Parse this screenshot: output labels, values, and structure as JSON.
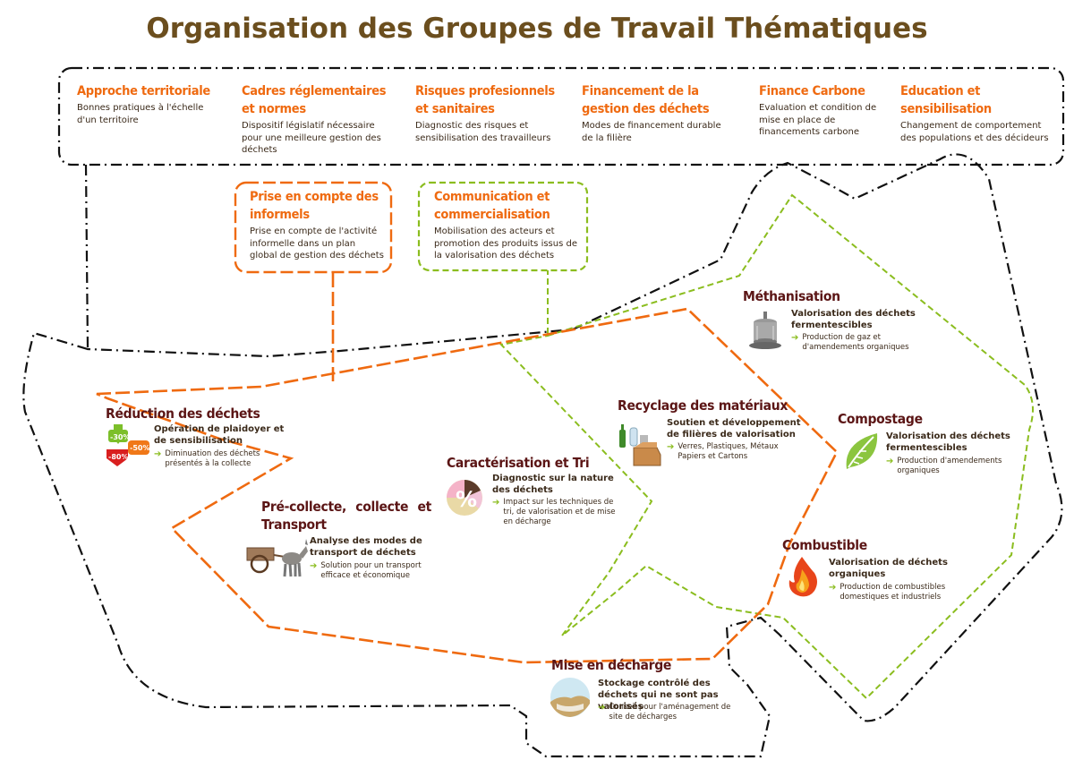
{
  "title": "Organisation des Groupes de Travail Thématiques",
  "top_groups": [
    {
      "title": "Approche territoriale",
      "desc": "Bonnes pratiques à l'échelle d'un territoire"
    },
    {
      "title": "Cadres réglementaires et normes",
      "desc": "Dispositif législatif nécessaire pour une meilleure gestion des déchets"
    },
    {
      "title": "Risques profesionnels et sanitaires",
      "desc": "Diagnostic des risques et sensibilisation des travailleurs"
    },
    {
      "title": "Financement de la gestion des déchets",
      "desc": "Modes de financement durable de la filière"
    },
    {
      "title": "Finance Carbone",
      "desc": "Evaluation et condition de mise en place de financements carbone"
    },
    {
      "title": "Education et sensibilisation",
      "desc": "Changement de comportement des populations et des décideurs"
    }
  ],
  "mid_groups": [
    {
      "title": "Prise en compte des informels",
      "desc": "Prise en compte de l'activité informelle dans un plan global de gestion des déchets"
    },
    {
      "title": "Communication et commercialisation",
      "desc": "Mobilisation des acteurs et promotion des produits issus de la valorisation des déchets"
    }
  ],
  "stages": {
    "reduction": {
      "title": "Réduction des déchets",
      "desc": "Opération de plaidoyer et de sensibilisation",
      "sub": "Diminuation des déchets présentés à la collecte",
      "badges": [
        "-30%",
        "-50%",
        "-80%"
      ]
    },
    "precollecte": {
      "title": "Pré-collecte, collecte et Transport",
      "desc": "Analyse des modes de transport de déchets",
      "sub": "Solution pour un transport efficace et économique"
    },
    "caracterisation": {
      "title": "Caractérisation et Tri",
      "desc": "Diagnostic sur la nature des déchets",
      "sub": "Impact sur les techniques de tri, de valorisation et de mise en décharge",
      "symbol": "%"
    },
    "recyclage": {
      "title": "Recyclage des matériaux",
      "desc": "Soutien et développement de filières de valorisation",
      "sub": "Verres, Plastiques, Métaux Papiers et Cartons"
    },
    "methanisation": {
      "title": "Méthanisation",
      "desc": "Valorisation des déchets fermentescibles",
      "sub": "Production de gaz et d'amendements organiques"
    },
    "compostage": {
      "title": "Compostage",
      "desc": "Valorisation des déchets fermentescibles",
      "sub": "Production d'amendements organiques"
    },
    "combustible": {
      "title": "Combustible",
      "desc": "Valorisation de déchets organiques",
      "sub": "Production de combustibles domestiques et industriels"
    },
    "decharge": {
      "title": "Mise en décharge",
      "desc": "Stockage contrôlé des déchets qui ne sont pas valorisés",
      "sub": "Conseil pour l'aménagement de site de décharges"
    }
  },
  "colors": {
    "title": "#6b4e1e",
    "orange": "#ef6a10",
    "green": "#8bbd1f",
    "dark_red": "#5b1515",
    "black": "#111111"
  },
  "icons": [
    "badges-icon",
    "donkey-cart-icon",
    "percent-pie-icon",
    "recycling-bottles-icon",
    "digester-icon",
    "leaf-icon",
    "flame-icon",
    "landfill-icon",
    "arrow-bullet-icon"
  ]
}
